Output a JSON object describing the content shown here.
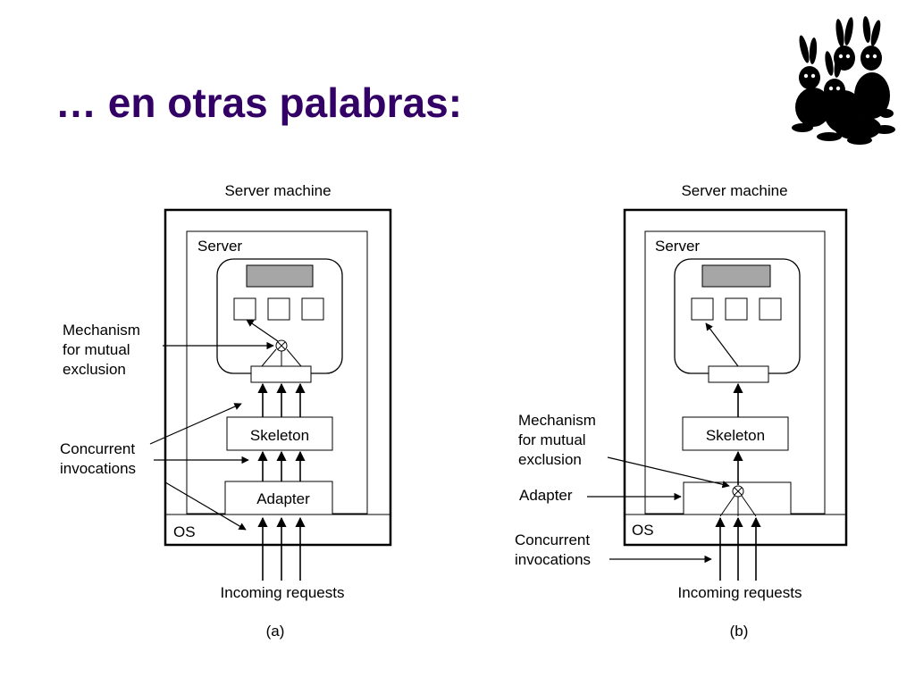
{
  "title": "… en otras palabras:",
  "colors": {
    "title": "#330066",
    "stroke": "#000000",
    "display": "#a6a6a6"
  },
  "decoration": {
    "icon": "rabbits-group-icon"
  },
  "diagrams": [
    {
      "caption": "(a)",
      "server_machine": "Server machine",
      "server": "Server",
      "os": "OS",
      "skeleton": "Skeleton",
      "adapter": "Adapter",
      "incoming": "Incoming requests",
      "mechanism": [
        "Mechanism",
        "for mutual",
        "exclusion"
      ],
      "concurrent": [
        "Concurrent",
        "invocations"
      ]
    },
    {
      "caption": "(b)",
      "server_machine": "Server machine",
      "server": "Server",
      "os": "OS",
      "skeleton": "Skeleton",
      "adapter": "Adapter",
      "adapter_label": "Adapter",
      "incoming": "Incoming requests",
      "mechanism": [
        "Mechanism",
        "for mutual",
        "exclusion"
      ],
      "concurrent": [
        "Concurrent",
        "invocations"
      ]
    }
  ]
}
